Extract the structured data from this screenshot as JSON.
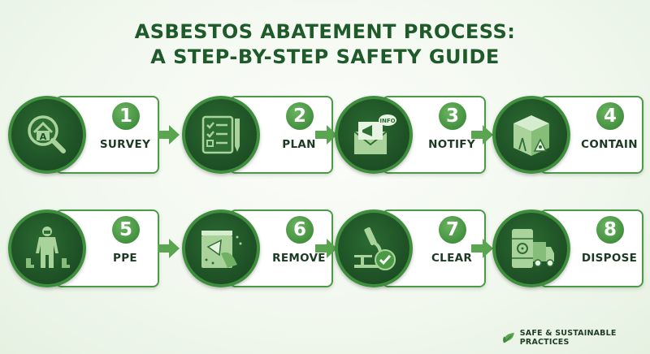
{
  "title": {
    "line1": "ASBESTOS ABATEMENT PROCESS:",
    "line2": "A STEP-BY-STEP SAFETY GUIDE"
  },
  "steps": [
    {
      "number": "1",
      "label": "SURVEY",
      "icon": "house-magnifier-icon"
    },
    {
      "number": "2",
      "label": "PLAN",
      "icon": "checklist-blueprint-icon"
    },
    {
      "number": "3",
      "label": "NOTIFY",
      "icon": "envelope-megaphone-icon"
    },
    {
      "number": "4",
      "label": "CONTAIN",
      "icon": "containment-tent-icon"
    },
    {
      "number": "5",
      "label": "PPE",
      "icon": "hazmat-suit-icon"
    },
    {
      "number": "6",
      "label": "REMOVE",
      "icon": "bagged-debris-icon"
    },
    {
      "number": "7",
      "label": "CLEAR",
      "icon": "microscope-check-icon"
    },
    {
      "number": "8",
      "label": "DISPOSE",
      "icon": "hazard-barrel-truck-icon"
    }
  ],
  "footer": {
    "text": "SAFE & SUSTAINABLE PRACTICES",
    "icon": "leaf-icon"
  },
  "colors": {
    "title": "#1f5a2b",
    "circle_fill": "#1d4f24",
    "circle_border": "#3f8e3d",
    "badge": "#4a9a44",
    "card_border": "#4c9a48",
    "arrow": "#5aa650",
    "icon_light": "#a9d39b"
  }
}
